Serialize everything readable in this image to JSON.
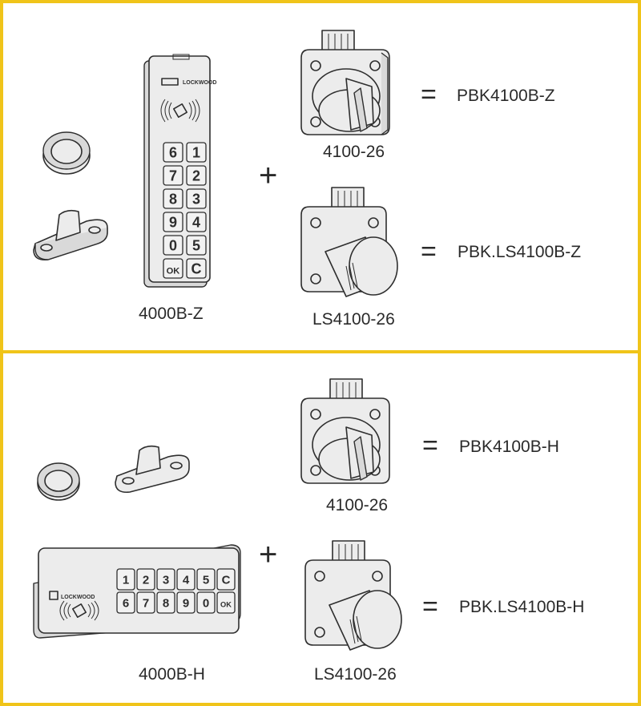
{
  "colors": {
    "border": "#f0c419",
    "line": "#2e2e2e",
    "fill": "#ececec"
  },
  "symbols": {
    "plus": "+",
    "equals": "="
  },
  "top": {
    "keypad_label": "4000B-Z",
    "lock1_label": "4100-26",
    "lock2_label": "LS4100-26",
    "result1": "PBK4100B-Z",
    "result2": "PBK.LS4100B-Z",
    "keypad_keys": [
      "6",
      "1",
      "7",
      "2",
      "8",
      "3",
      "9",
      "4",
      "0",
      "5",
      "OK",
      "C"
    ],
    "brand_text": "LOCKWOOD"
  },
  "bottom": {
    "keypad_label": "4000B-H",
    "lock1_label": "4100-26",
    "lock2_label": "LS4100-26",
    "result1": "PBK4100B-H",
    "result2": "PBK.LS4100B-H",
    "keypad_keys": [
      "1",
      "2",
      "3",
      "4",
      "5",
      "C",
      "6",
      "7",
      "8",
      "9",
      "0",
      "OK"
    ],
    "brand_text": "LOCKWOOD"
  },
  "icons": [
    "ring-icon",
    "strike-plate-icon",
    "rfid-icon",
    "cam-lock-icon",
    "knob-lock-icon"
  ]
}
